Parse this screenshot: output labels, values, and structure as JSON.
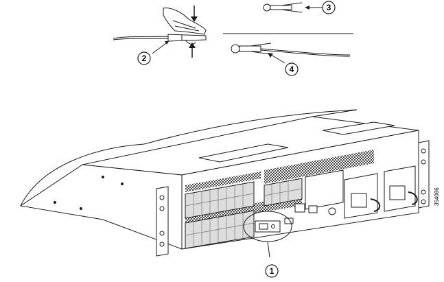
{
  "callouts": [
    {
      "id": 1,
      "label": "1"
    },
    {
      "id": 2,
      "label": "2"
    },
    {
      "id": 3,
      "label": "3"
    },
    {
      "id": 4,
      "label": "4"
    }
  ],
  "figure_id": "354086",
  "colors": {
    "line": "#1a1a1a",
    "hatch": "#555555",
    "port": "#9a9a9a"
  }
}
